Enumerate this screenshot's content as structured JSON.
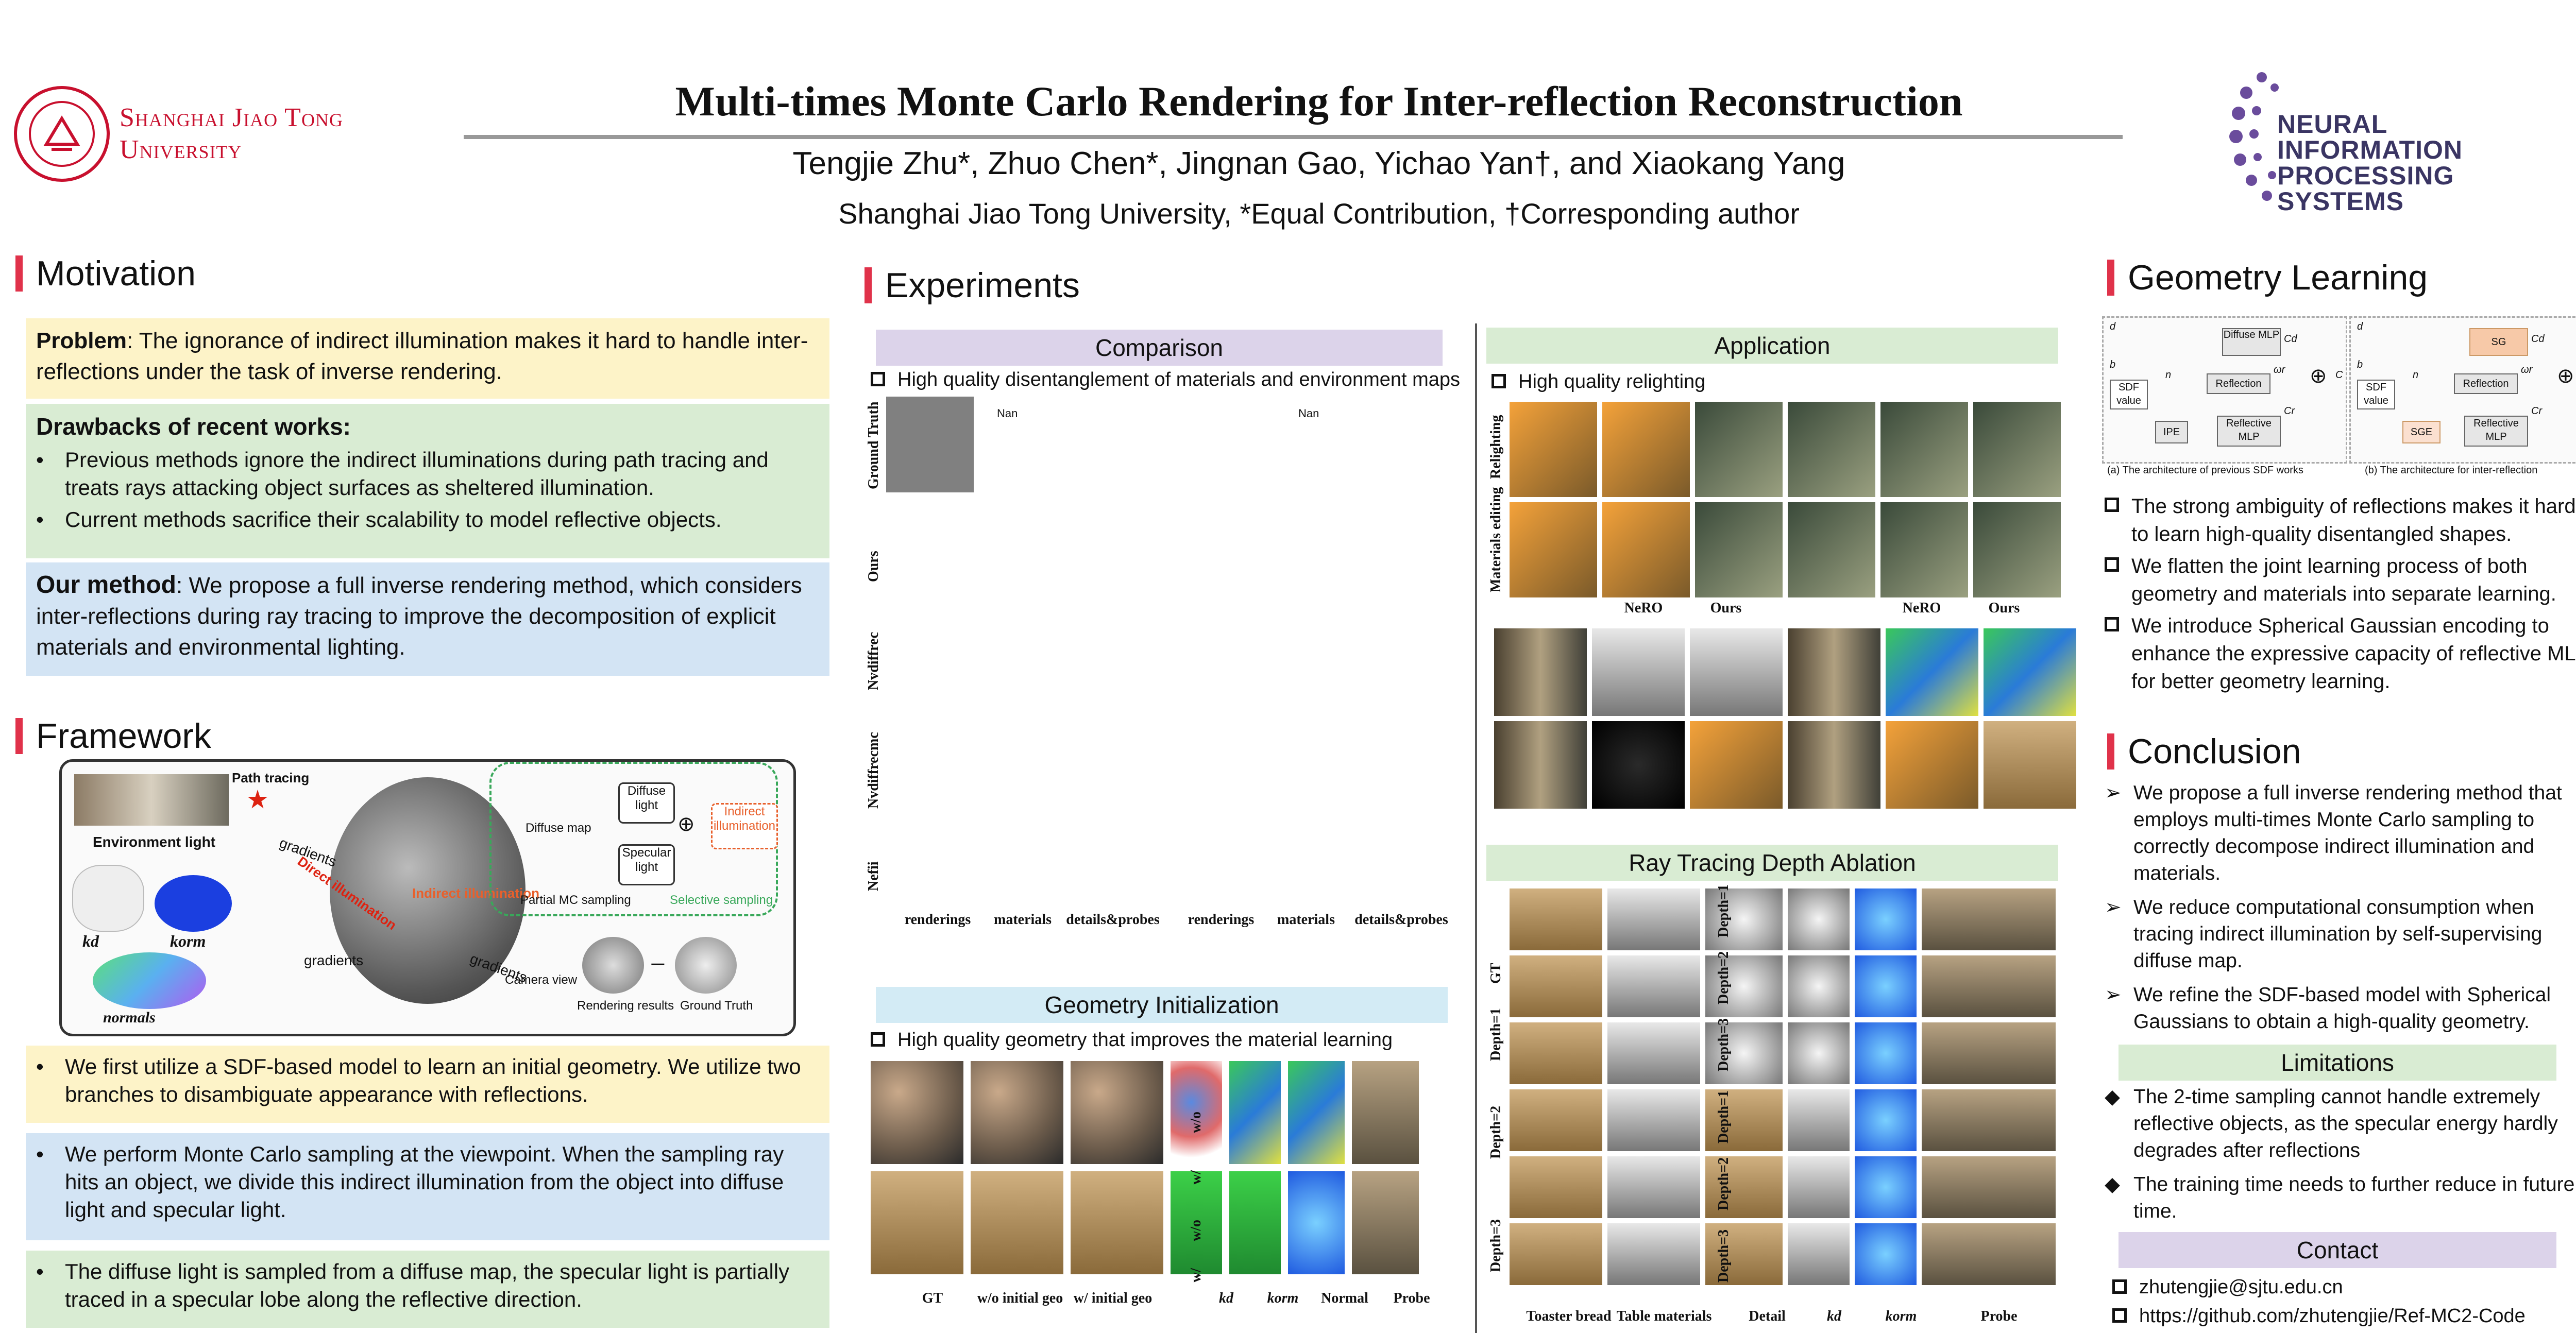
{
  "header": {
    "university": "Shanghai Jiao Tong University",
    "university_line1": "Shanghai Jiao Tong",
    "university_line2": "University",
    "title": "Multi-times Monte Carlo Rendering for Inter-reflection Reconstruction",
    "authors": "Tengjie Zhu*, Zhuo Chen*, Jingnan Gao, Yichao Yan†, and Xiaokang Yang",
    "affiliation": "Shanghai Jiao Tong University,  *Equal Contribution, †Corresponding author",
    "conference_lines": [
      "NEURAL",
      "INFORMATION",
      "PROCESSING",
      "SYSTEMS"
    ]
  },
  "motivation": {
    "heading": "Motivation",
    "problem_label": "Problem",
    "problem_text": ": The ignorance of indirect illumination makes it hard to handle inter-reflections under the task of inverse rendering.",
    "drawbacks_label": "Drawbacks of recent works:",
    "drawbacks": [
      "Previous methods ignore the indirect illuminations during path tracing and treats rays attacking object surfaces as sheltered illumination.",
      "Current methods sacrifice their scalability to model reflective objects."
    ],
    "method_label": "Our method",
    "method_text": ": We propose a full inverse rendering method, which considers inter-reflections during ray tracing to improve the decomposition of explicit materials and environmental lighting."
  },
  "framework": {
    "heading": "Framework",
    "labels": {
      "path_tracing": "Path tracing",
      "env_light": "Environment light",
      "gradients": "gradients",
      "direct": "Direct illumination",
      "indirect": "Indirect illumination",
      "diffuse_map": "Diffuse map",
      "diffuse_light": "Diffuse light",
      "specular_light": "Specular light",
      "indirect_box": "Indirect illumination",
      "partial_mc": "Partial MC sampling",
      "selective": "Selective sampling",
      "camera_view": "Camera view",
      "rendering_results": "Rendering results",
      "ground_truth": "Ground Truth",
      "normals": "normals",
      "kd": "kd",
      "korm": "korm",
      "plus": "⊕",
      "minus": "−"
    },
    "points": [
      "We first utilize a SDF-based model to learn an initial geometry. We utilize two branches to disambiguate appearance with reflections.",
      "We perform Monte Carlo sampling at the viewpoint. When the sampling ray hits an object, we divide this indirect illumination from the object into diffuse light and specular light.",
      "The diffuse light is sampled from a diffuse map, the specular light is partially traced in a specular lobe along the reflective direction."
    ]
  },
  "experiments": {
    "heading": "Experiments",
    "comparison": {
      "title": "Comparison",
      "caption": "High quality disentanglement of materials and environment maps",
      "rows": [
        "Ground Truth",
        "Ours",
        "Nvdiffrec",
        "Nvdiffrecmc",
        "Nefii"
      ],
      "cols": [
        "renderings",
        "materials",
        "details&probes",
        "renderings",
        "materials",
        "details&probes"
      ],
      "nan": "Nan"
    },
    "geometry_init": {
      "title": "Geometry Initialization",
      "caption": "High quality geometry that improves the material learning",
      "cols_left": [
        "GT",
        "w/o initial geo",
        "w/ initial geo"
      ],
      "cols_right": [
        "kd",
        "korm",
        "Normal",
        "Probe"
      ],
      "rows_right": [
        "w/o",
        "w/",
        "w/o",
        "w/"
      ]
    },
    "application": {
      "title": "Application",
      "caption": "High quality relighting",
      "rows": [
        "Relighting",
        "Materials editing"
      ],
      "cols": [
        "NeRO",
        "Ours",
        "NeRO",
        "Ours"
      ]
    },
    "depth_ablation": {
      "title": "Ray Tracing Depth Ablation",
      "left_rows": [
        "GT",
        "Depth=1",
        "Depth=2",
        "Depth=3"
      ],
      "left_cols": [
        "Toaster bread",
        "Table materials"
      ],
      "right_rows": [
        "Depth=1",
        "Depth=2",
        "Depth=3",
        "Depth=1",
        "Depth=2",
        "Depth=3"
      ],
      "right_cols": [
        "Detail",
        "kd",
        "korm",
        "Probe"
      ]
    }
  },
  "geometry": {
    "heading": "Geometry Learning",
    "diagram": {
      "d": "d",
      "n": "n",
      "b": "b",
      "wr": "ωr",
      "cd": "Cd",
      "cr": "Cr",
      "c": "C",
      "diffuse_mlp": "Diffuse MLP",
      "reflection": "Reflection",
      "sdf_value": "SDF value",
      "ipe": "IPE",
      "reflective_mlp": "Reflective MLP",
      "sg": "SG",
      "sge": "SGE",
      "cap_a": "(a) The architecture of previous SDF works",
      "cap_b": "(b) The architecture for inter-reflection"
    },
    "points": [
      "The strong ambiguity of reflections makes it hard to learn high-quality disentangled shapes.",
      "We flatten the joint learning process of both geometry and materials into separate learning.",
      "We introduce Spherical Gaussian encoding to enhance the expressive capacity of reflective MLP for better geometry learning."
    ]
  },
  "conclusion": {
    "heading": "Conclusion",
    "points": [
      "We propose a full inverse rendering method that employs multi-times Monte Carlo sampling to correctly decompose indirect illumination and materials.",
      "We reduce computational consumption when tracing indirect illumination by self-supervising diffuse map.",
      "We refine the SDF-based model with Spherical Gaussians to obtain a high-quality geometry."
    ],
    "limitations_title": "Limitations",
    "limitations": [
      "The 2-time sampling cannot handle extremely reflective objects, as the specular energy hardly degrades after reflections",
      "The training time needs to further reduce in future time."
    ],
    "contact_title": "Contact",
    "contacts": [
      "zhutengjie@sjtu.edu.cn",
      "https://github.com/zhutengjie/Ref-MC2-Code"
    ]
  },
  "colors": {
    "accent": "#e0324a",
    "sjtu_red": "#c8102e",
    "nips_purple": "#3a3563",
    "yellow": "#fdf3c8",
    "green": "#d9ecd3",
    "blue": "#d3e4f4",
    "purple": "#dcd3ea"
  }
}
